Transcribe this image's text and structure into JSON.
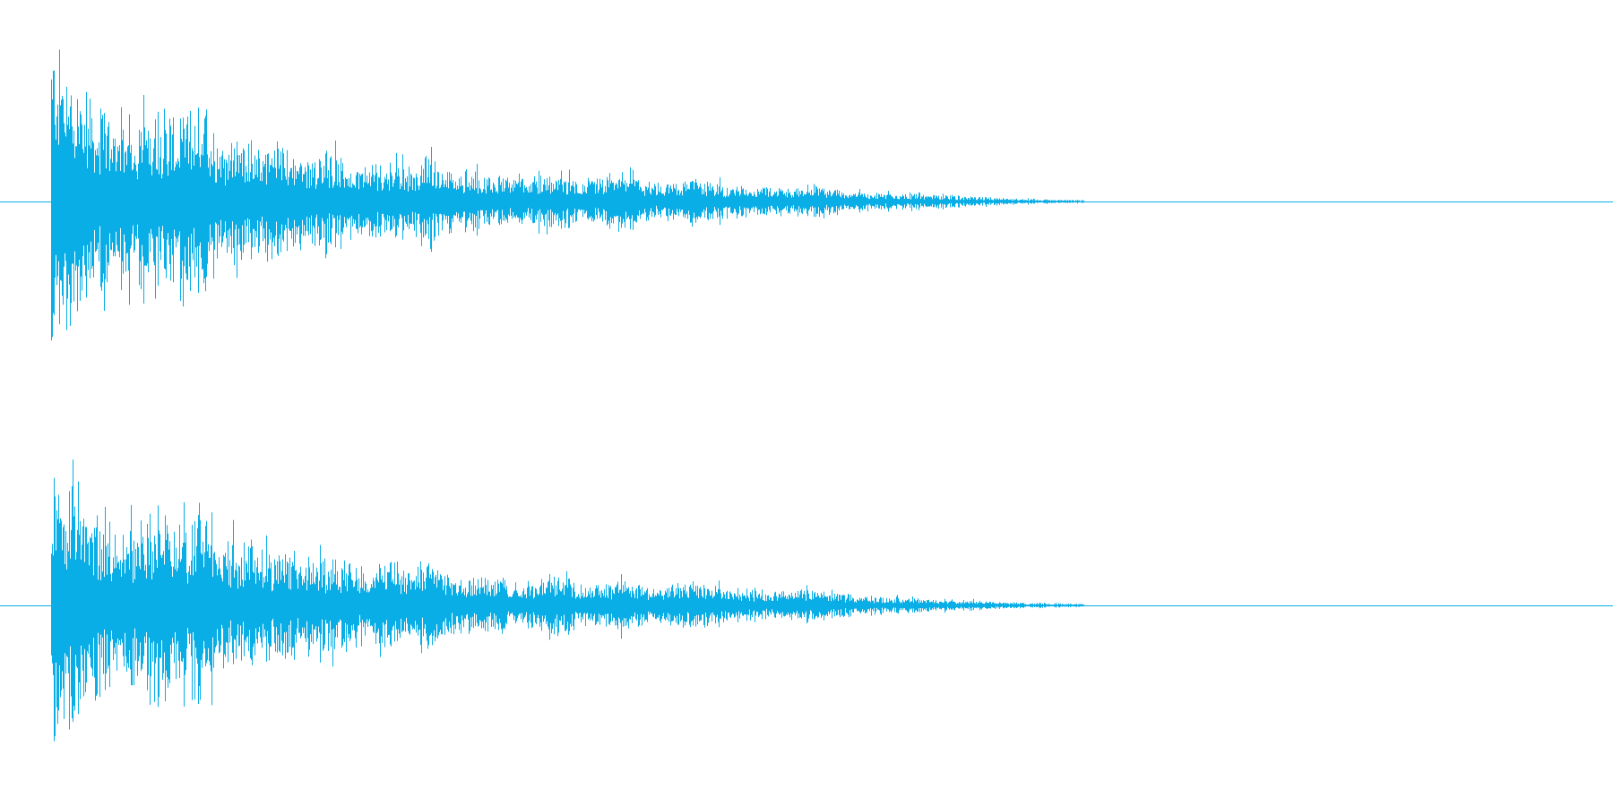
{
  "waveform": {
    "color": "#0aaee6",
    "background": "#ffffff",
    "channels": [
      {
        "name": "",
        "peaks": [
          1.0,
          0.84,
          0.62,
          0.58,
          0.55,
          0.74,
          0.6,
          0.78,
          0.52,
          0.5,
          0.45,
          0.48,
          0.4,
          0.44,
          0.36,
          0.33,
          0.38,
          0.3,
          0.43,
          0.27,
          0.3,
          0.26,
          0.22,
          0.24,
          0.32,
          0.21,
          0.23,
          0.3,
          0.22,
          0.17,
          0.25,
          0.23,
          0.18,
          0.16,
          0.15,
          0.14,
          0.17,
          0.13,
          0.11,
          0.1,
          0.09,
          0.08,
          0.07,
          0.06,
          0.05,
          0.04,
          0.03,
          0.025,
          0.02,
          0.015
        ]
      },
      {
        "name": "",
        "peaks": [
          1.0,
          0.88,
          0.6,
          0.57,
          0.55,
          0.79,
          0.58,
          0.74,
          0.5,
          0.49,
          0.44,
          0.47,
          0.4,
          0.43,
          0.35,
          0.34,
          0.39,
          0.31,
          0.41,
          0.28,
          0.29,
          0.25,
          0.22,
          0.24,
          0.31,
          0.21,
          0.22,
          0.29,
          0.21,
          0.17,
          0.24,
          0.22,
          0.18,
          0.16,
          0.15,
          0.14,
          0.17,
          0.13,
          0.11,
          0.1,
          0.09,
          0.08,
          0.07,
          0.06,
          0.05,
          0.04,
          0.03,
          0.025,
          0.02,
          0.015
        ]
      }
    ]
  }
}
